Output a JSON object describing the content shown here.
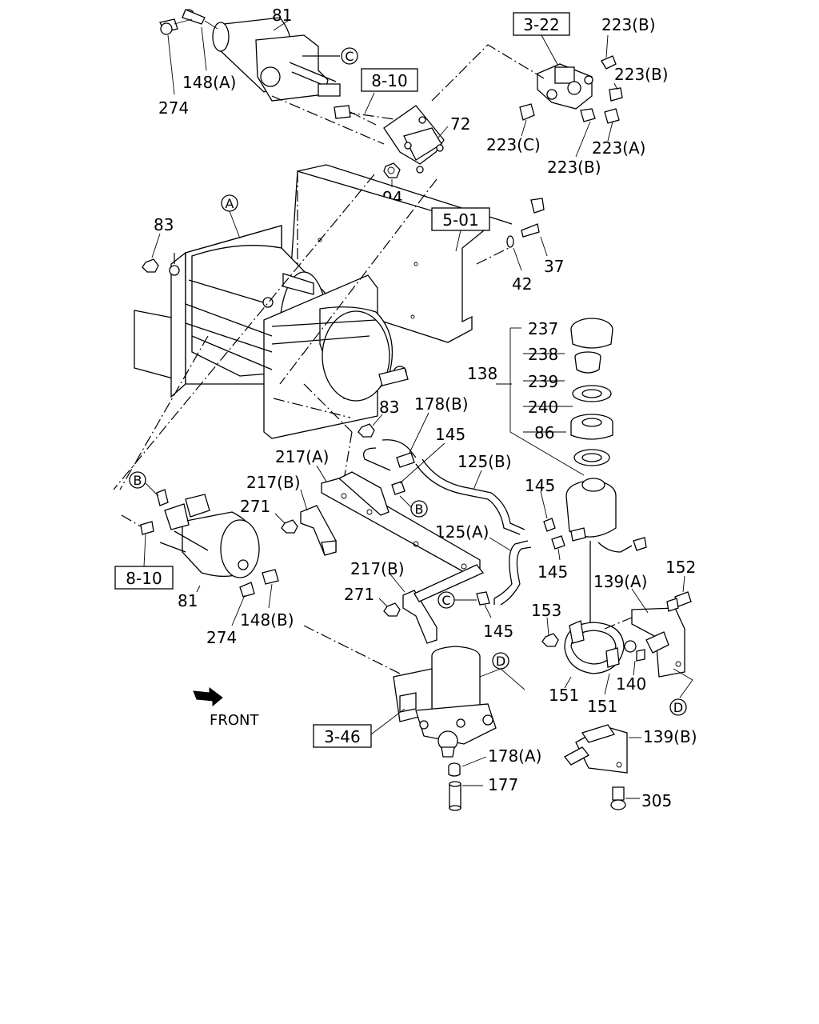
{
  "labels": {
    "l81_top": "81",
    "l148a": "148(A)",
    "l274_top": "274",
    "ref810_top": "8-10",
    "ref322": "3-22",
    "l223b_1": "223(B)",
    "l223b_2": "223(B)",
    "l223c": "223(C)",
    "l223a": "223(A)",
    "l223b_3": "223(B)",
    "l72": "72",
    "l94": "94",
    "ref501": "5-01",
    "l37": "37",
    "l42": "42",
    "l83_top": "83",
    "l83_mid": "83",
    "l237": "237",
    "l238": "238",
    "l239": "239",
    "l240": "240",
    "l86": "86",
    "l138": "138",
    "l178b": "178(B)",
    "l145_1": "145",
    "l217a": "217(A)",
    "l217b_1": "217(B)",
    "l271_1": "271",
    "l125b": "125(B)",
    "l125a": "125(A)",
    "l145_2": "145",
    "l145_3": "145",
    "l217b_2": "217(B)",
    "l271_2": "271",
    "l145_4": "145",
    "l152": "152",
    "l139a": "139(A)",
    "l153": "153",
    "l140": "140",
    "l151_1": "151",
    "l151_2": "151",
    "ref810_bot": "8-10",
    "l81_bot": "81",
    "l274_bot": "274",
    "l148b": "148(B)",
    "front": "FRONT",
    "ref346": "3-46",
    "l178a": "178(A)",
    "l177": "177",
    "l139b": "139(B)",
    "l305": "305"
  },
  "callouts": {
    "A": "A",
    "B_left": "B",
    "B_mid": "B",
    "C_top": "C",
    "C_mid": "C",
    "D_mid": "D",
    "D_right": "D"
  }
}
